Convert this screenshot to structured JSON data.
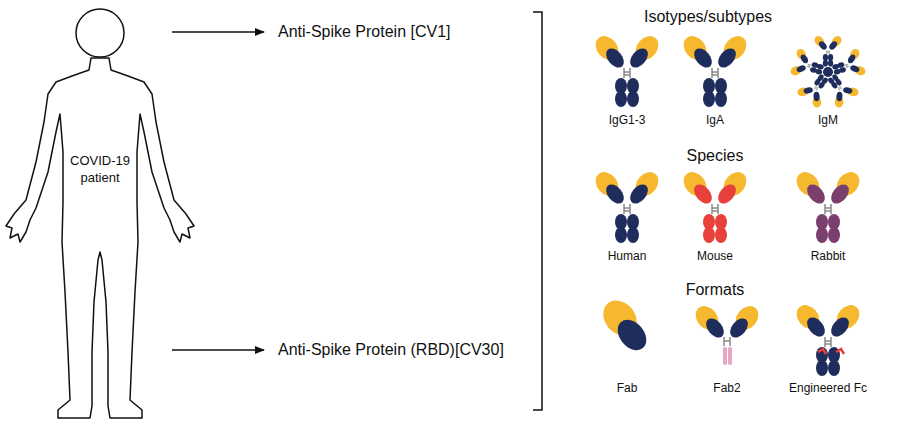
{
  "diagram": {
    "nodes": [
      {
        "text": [
          "COVID-19 patient"
        ]
      }
    ],
    "labels": [
      "Anti-Spike Protein [CV1]",
      "Anti-Spike Protein (RBD)[CV30]",
      "Isotypes/subtypes",
      "IgG1-3",
      "IgA",
      "IgM",
      "Species",
      "Human",
      "Mouse",
      "Rabbit",
      "Formats",
      "Fab",
      "Fab2",
      "Engineered Fc"
    ]
  }
}
